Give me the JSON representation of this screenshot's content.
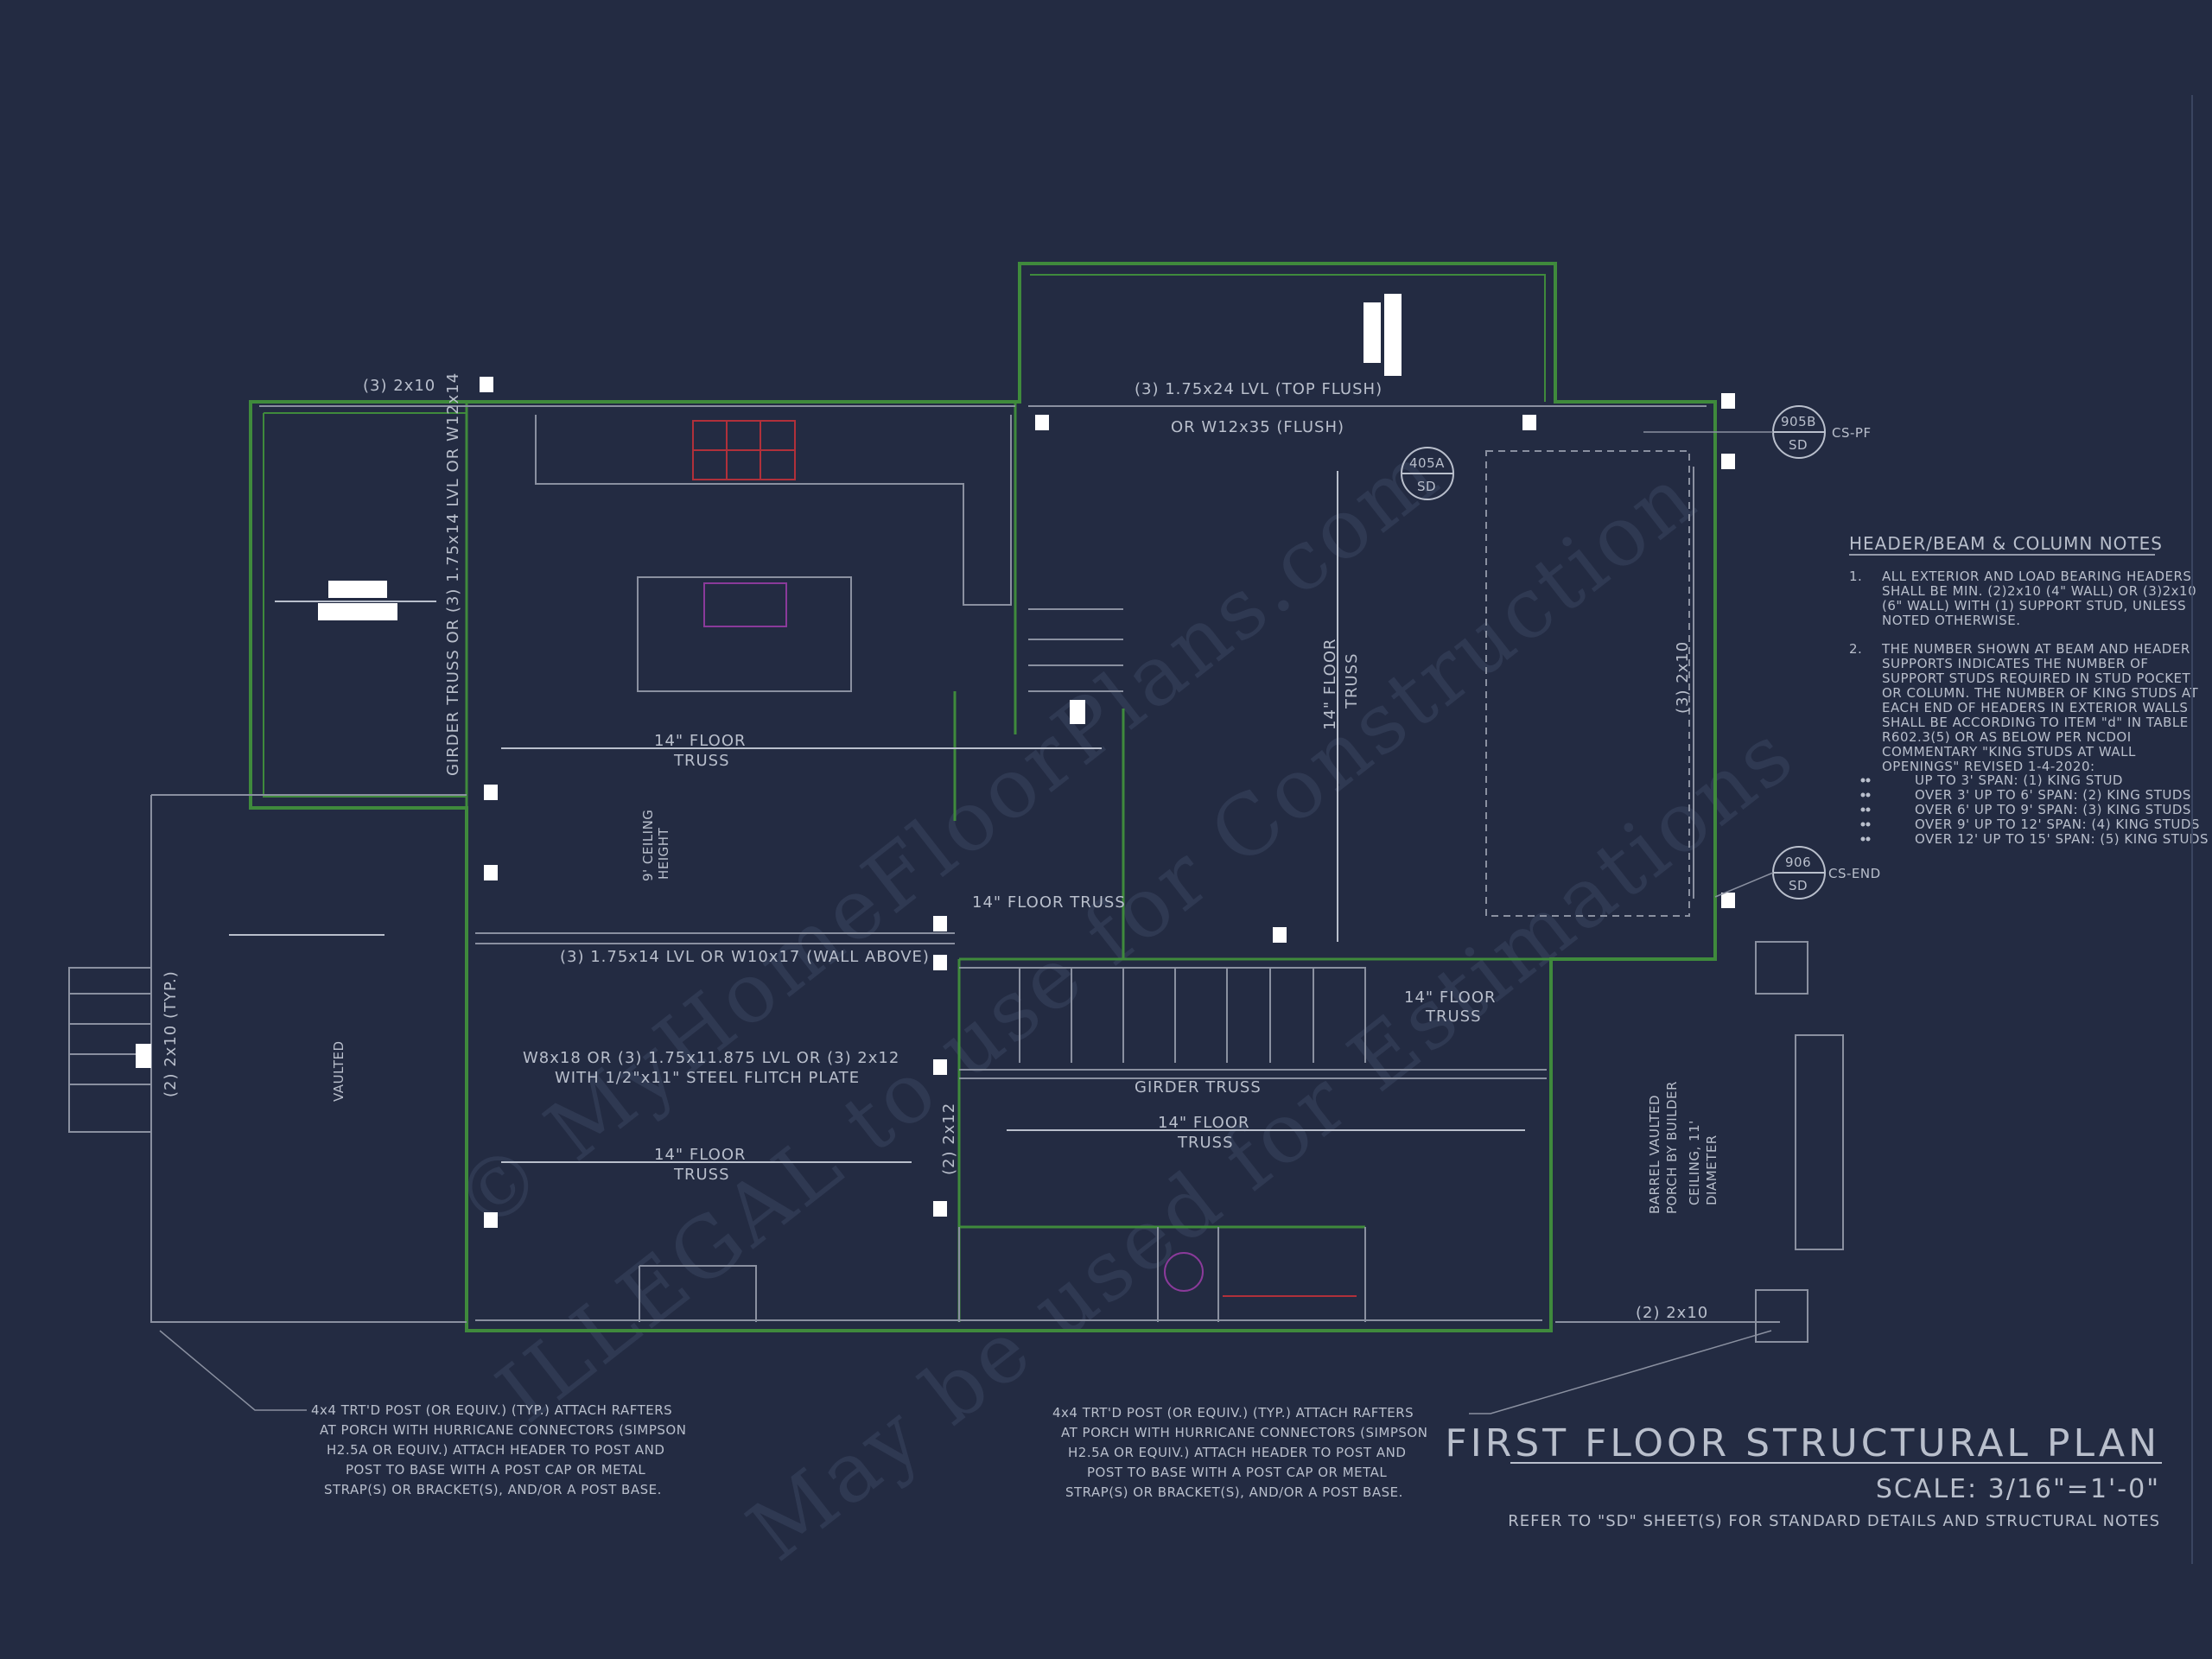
{
  "drawing": {
    "title": "FIRST FLOOR STRUCTURAL PLAN",
    "scale": "SCALE: 3/16\"=1'-0\"",
    "refer_note": "REFER TO \"SD\" SHEET(S) FOR STANDARD DETAILS AND STRUCTURAL NOTES"
  },
  "watermark": {
    "line1": "© MyHomeFloorPlans.com",
    "line2": "ILLEGAL to use for Construction",
    "line3": "May be used for Estimations"
  },
  "notes": {
    "heading": "HEADER/BEAM & COLUMN NOTES",
    "item1_num": "1.",
    "item1": [
      "ALL EXTERIOR AND LOAD BEARING HEADERS",
      "SHALL BE MIN. (2)2x10 (4\" WALL) OR (3)2x10",
      "(6\" WALL) WITH (1) SUPPORT STUD, UNLESS",
      "NOTED OTHERWISE."
    ],
    "item2_num": "2.",
    "item2": [
      "THE NUMBER SHOWN AT BEAM AND HEADER",
      "SUPPORTS INDICATES THE NUMBER OF",
      "SUPPORT STUDS REQUIRED IN STUD POCKET",
      "OR COLUMN. THE NUMBER OF KING STUDS AT",
      "EACH END OF HEADERS IN EXTERIOR WALLS",
      "SHALL BE ACCORDING TO ITEM \"d\" IN TABLE",
      "R602.3(5) OR AS BELOW PER NCDOI",
      "COMMENTARY \"KING STUDS AT WALL",
      "OPENINGS\" REVISED 1-4-2020:"
    ],
    "bullets": [
      "UP TO 3' SPAN: (1) KING STUD",
      "OVER 3' UP TO 6' SPAN: (2) KING STUDS",
      "OVER 6' UP TO 9' SPAN: (3) KING STUDS",
      "OVER 9' UP TO 12' SPAN: (4) KING STUDS",
      "OVER 12' UP TO 15' SPAN: (5) KING STUDS"
    ]
  },
  "labels": {
    "h_3_2x10": "(3) 2x10",
    "lvl_top_1": "(3) 1.75x24 LVL (TOP FLUSH)",
    "lvl_top_2": "OR W12x35 (FLUSH)",
    "girder_vert": "GIRDER TRUSS OR (3) 1.75x14 LVL OR W12x14",
    "floor_truss_a1": "14\" FLOOR",
    "floor_truss_a2": "TRUSS",
    "ceiling_9_1": "9' CEILING",
    "ceiling_9_2": "HEIGHT",
    "floor_truss_b": "14\" FLOOR TRUSS",
    "lvl_mid": "(3) 1.75x14 LVL OR W10x17 (WALL ABOVE)",
    "flitch_1": "W8x18 OR (3) 1.75x11.875 LVL OR (3) 2x12",
    "flitch_2": "WITH 1/2\"x11\" STEEL FLITCH PLATE",
    "floor_truss_c1": "14\" FLOOR",
    "floor_truss_c2": "TRUSS",
    "h_2_2x12": "(2) 2x12",
    "vaulted": "VAULTED",
    "porch_2x10_typ": "(2) 2x10 (TYP.)",
    "girder_truss": "GIRDER TRUSS",
    "floor_truss_d1": "14\" FLOOR",
    "floor_truss_d2": "TRUSS",
    "floor_truss_e1": "14\" FLOOR",
    "floor_truss_e2": "TRUSS",
    "floor_truss_v1": "14\" FLOOR",
    "floor_truss_v2": "TRUSS",
    "h_3_2x10_right": "(3) 2x10",
    "barrel_1": "BARREL VAULTED",
    "barrel_2": "PORCH BY BUILDER",
    "barrel_3": "CEILING, 11'",
    "barrel_4": "DIAMETER",
    "h_2_2x10_bot": "(2) 2x10",
    "tag_405a": "405A",
    "tag_405a_sd": "SD",
    "tag_905b": "905B",
    "tag_905b_sd": "SD",
    "tag_905b_lbl": "CS-PF",
    "tag_906": "906",
    "tag_906_sd": "SD",
    "tag_906_lbl": "CS-END"
  },
  "post_note_left": [
    "4x4 TRT'D POST (OR EQUIV.) (TYP.) ATTACH RAFTERS",
    "AT PORCH WITH HURRICANE CONNECTORS (SIMPSON",
    "H2.5A OR EQUIV.) ATTACH HEADER TO POST AND",
    "POST TO BASE WITH A POST CAP OR METAL",
    "STRAP(S) OR BRACKET(S), AND/OR A POST BASE."
  ],
  "post_note_right": [
    "4x4 TRT'D POST (OR EQUIV.) (TYP.) ATTACH RAFTERS",
    "AT PORCH WITH HURRICANE CONNECTORS (SIMPSON",
    "H2.5A OR EQUIV.) ATTACH HEADER TO POST AND",
    "POST TO BASE WITH A POST CAP OR METAL",
    "STRAP(S) OR BRACKET(S), AND/OR A POST BASE."
  ],
  "colors": {
    "background": "#232b42",
    "wall_green": "#3f8a3c",
    "wall_grey": "#8a90a0",
    "text": "#b9bfcc",
    "red_fixture": "#b0303a",
    "purple_fixture": "#8a3a9a"
  }
}
